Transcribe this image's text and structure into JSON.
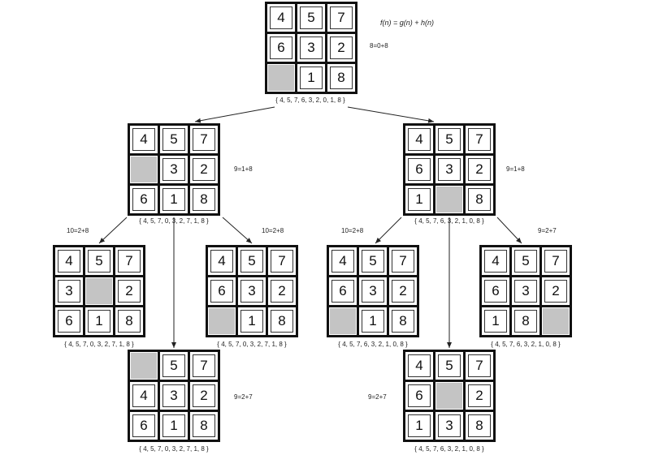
{
  "formula": "f(n) = g(n) + h(n)",
  "nodes": [
    {
      "id": "root",
      "tiles": [
        "4",
        "5",
        "7",
        "6",
        "3",
        "2",
        "",
        "1",
        "8"
      ],
      "state": "{ 4, 5, 7, 6, 3, 2, 0, 1, 8 }",
      "cost": "8=0+8"
    },
    {
      "id": "L",
      "tiles": [
        "4",
        "5",
        "7",
        "",
        "3",
        "2",
        "6",
        "1",
        "8"
      ],
      "state": "{ 4, 5, 7, 0, 3, 2, 7, 1, 8 }",
      "cost": "9=1+8"
    },
    {
      "id": "R",
      "tiles": [
        "4",
        "5",
        "7",
        "6",
        "3",
        "2",
        "1",
        "",
        "8"
      ],
      "state": "{ 4, 5, 7, 6, 3, 2, 1, 0, 8 }",
      "cost": "9=1+8"
    },
    {
      "id": "LL",
      "tiles": [
        "4",
        "5",
        "7",
        "3",
        "",
        "2",
        "6",
        "1",
        "8"
      ],
      "state": "{ 4, 5, 7, 0, 3, 2, 7, 1, 8 }",
      "cost": "10=2+8"
    },
    {
      "id": "LR",
      "tiles": [
        "4",
        "5",
        "7",
        "6",
        "3",
        "2",
        "",
        "1",
        "8"
      ],
      "state": "{ 4, 5, 7, 0, 3, 2, 7, 1, 8 }",
      "cost": "10=2+8"
    },
    {
      "id": "RL",
      "tiles": [
        "4",
        "5",
        "7",
        "6",
        "3",
        "2",
        "",
        "1",
        "8"
      ],
      "state": "{ 4, 5, 7, 6, 3, 2, 1, 0, 8 }",
      "cost": "10=2+8"
    },
    {
      "id": "RR",
      "tiles": [
        "4",
        "5",
        "7",
        "6",
        "3",
        "2",
        "1",
        "8",
        ""
      ],
      "state": "{ 4, 5, 7, 6, 3, 2, 1, 0, 8 }",
      "cost": "9=2+7"
    },
    {
      "id": "LM",
      "tiles": [
        "",
        "5",
        "7",
        "4",
        "3",
        "2",
        "6",
        "1",
        "8"
      ],
      "state": "{ 4, 5, 7, 0, 3, 2, 7, 1, 8 }",
      "cost": "9=2+7"
    },
    {
      "id": "RM",
      "tiles": [
        "4",
        "5",
        "7",
        "6",
        "",
        "2",
        "1",
        "3",
        "8"
      ],
      "state": "{ 4, 5, 7, 6, 3, 2, 1, 0, 8 }",
      "cost": "9=2+7"
    }
  ]
}
